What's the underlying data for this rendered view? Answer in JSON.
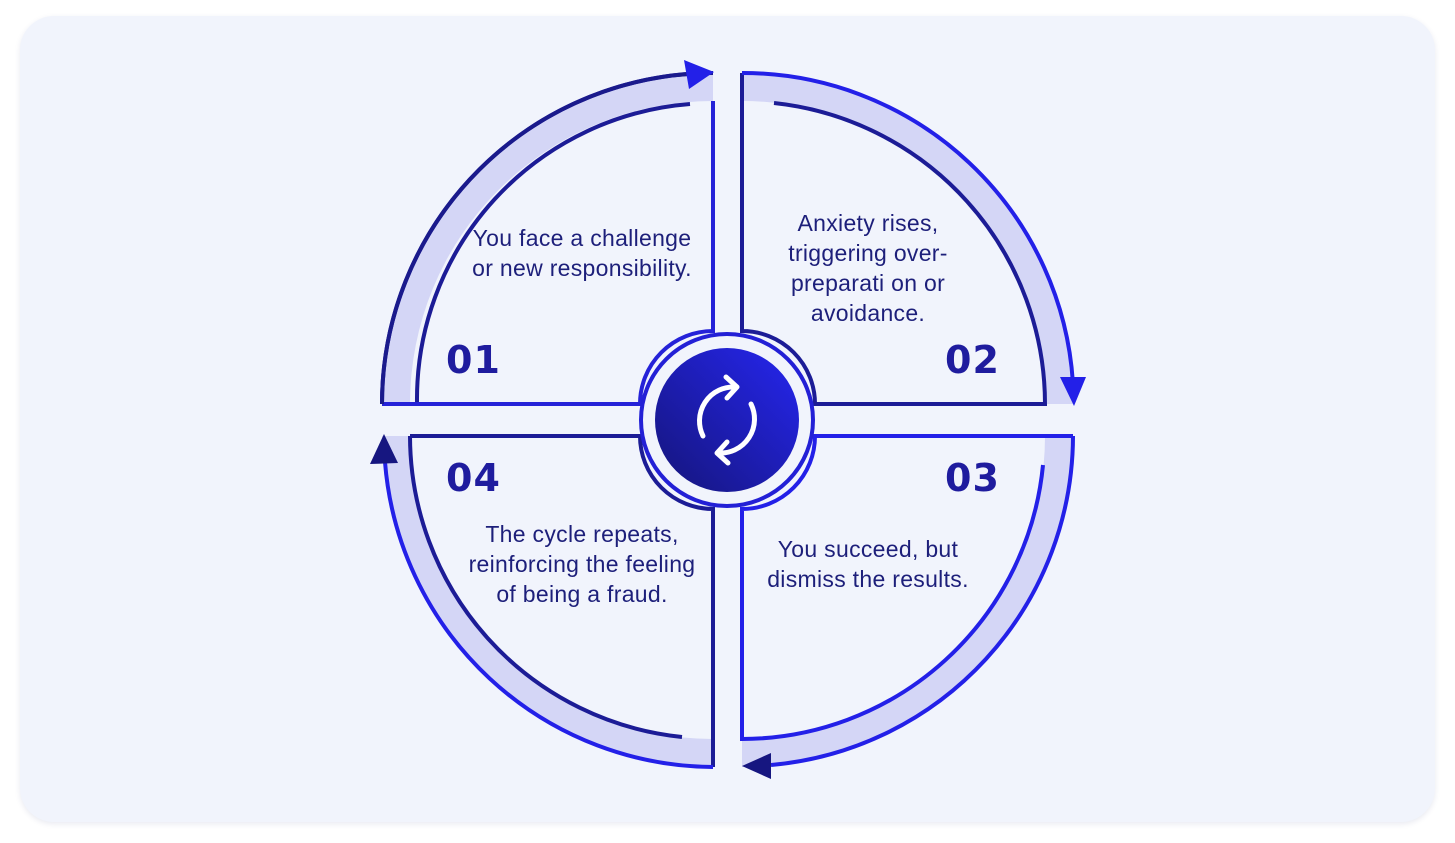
{
  "colors": {
    "background": "#f1f4fc",
    "accent": "#2320d6",
    "dark": "#1a1a8c",
    "light_fill": "#d4d6f6",
    "text": "#1d1f7a"
  },
  "center": {
    "icon": "refresh-cycle-icon"
  },
  "steps": [
    {
      "number": "01",
      "text": "You face a challenge or new responsibility."
    },
    {
      "number": "02",
      "text": "Anxiety rises, triggering over-preparati on or avoidance."
    },
    {
      "number": "03",
      "text": "You succeed, but dismiss the results."
    },
    {
      "number": "04",
      "text": "The cycle repeats, reinforcing the feeling of being a fraud."
    }
  ]
}
